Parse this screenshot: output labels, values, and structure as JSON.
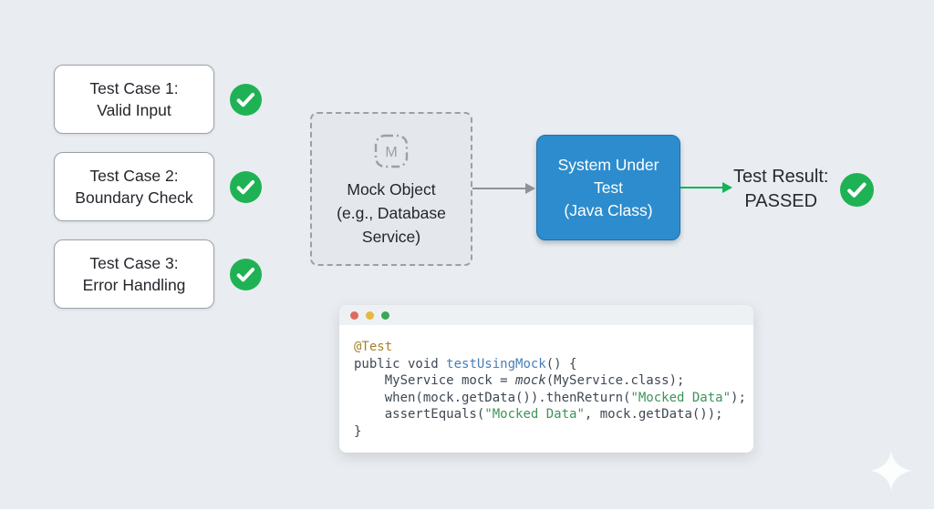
{
  "colors": {
    "page_bg": "#e9edf1",
    "check_green": "#1fb254",
    "arrow_gray": "#8d9399",
    "arrow_green": "#12b458",
    "sut_blue": "#2d8ccd",
    "sparkle_white": "#ffffff"
  },
  "test_cases": [
    {
      "label": "Test Case 1:\nValid Input",
      "status_icon": "check-icon"
    },
    {
      "label": "Test Case 2:\nBoundary Check",
      "status_icon": "check-icon"
    },
    {
      "label": "Test Case 3:\nError Handling",
      "status_icon": "check-icon"
    }
  ],
  "mock_box": {
    "icon": "mock-m-icon",
    "icon_letter": "M",
    "label": "Mock Object\n(e.g., Database\nService)"
  },
  "sut_box": {
    "label": "System Under\nTest\n(Java Class)"
  },
  "result": {
    "label": "Test Result:\nPASSED",
    "status_icon": "check-icon"
  },
  "code_window": {
    "dots": [
      {
        "name": "close-dot",
        "color": "#df6a5f"
      },
      {
        "name": "minimize-dot",
        "color": "#e7b73c"
      },
      {
        "name": "maximize-dot",
        "color": "#38a854"
      }
    ],
    "lines": [
      [
        {
          "t": "@Test",
          "c": "annotation"
        }
      ],
      [
        {
          "t": "public void ",
          "c": "plain"
        },
        {
          "t": "testUsingMock",
          "c": "function"
        },
        {
          "t": "() {",
          "c": "plain"
        }
      ],
      [
        {
          "t": "    MyService mock = ",
          "c": "plain"
        },
        {
          "t": "mock",
          "c": "italic"
        },
        {
          "t": "(MyService.class);",
          "c": "plain"
        }
      ],
      [
        {
          "t": "    when(mock.getData()).thenReturn(",
          "c": "plain"
        },
        {
          "t": "\"Mocked Data\"",
          "c": "string"
        },
        {
          "t": ");",
          "c": "plain"
        }
      ],
      [
        {
          "t": "    assertEquals(",
          "c": "plain"
        },
        {
          "t": "\"Mocked Data\"",
          "c": "string"
        },
        {
          "t": ", mock.getData());",
          "c": "plain"
        }
      ],
      [
        {
          "t": "}",
          "c": "plain"
        }
      ]
    ]
  }
}
